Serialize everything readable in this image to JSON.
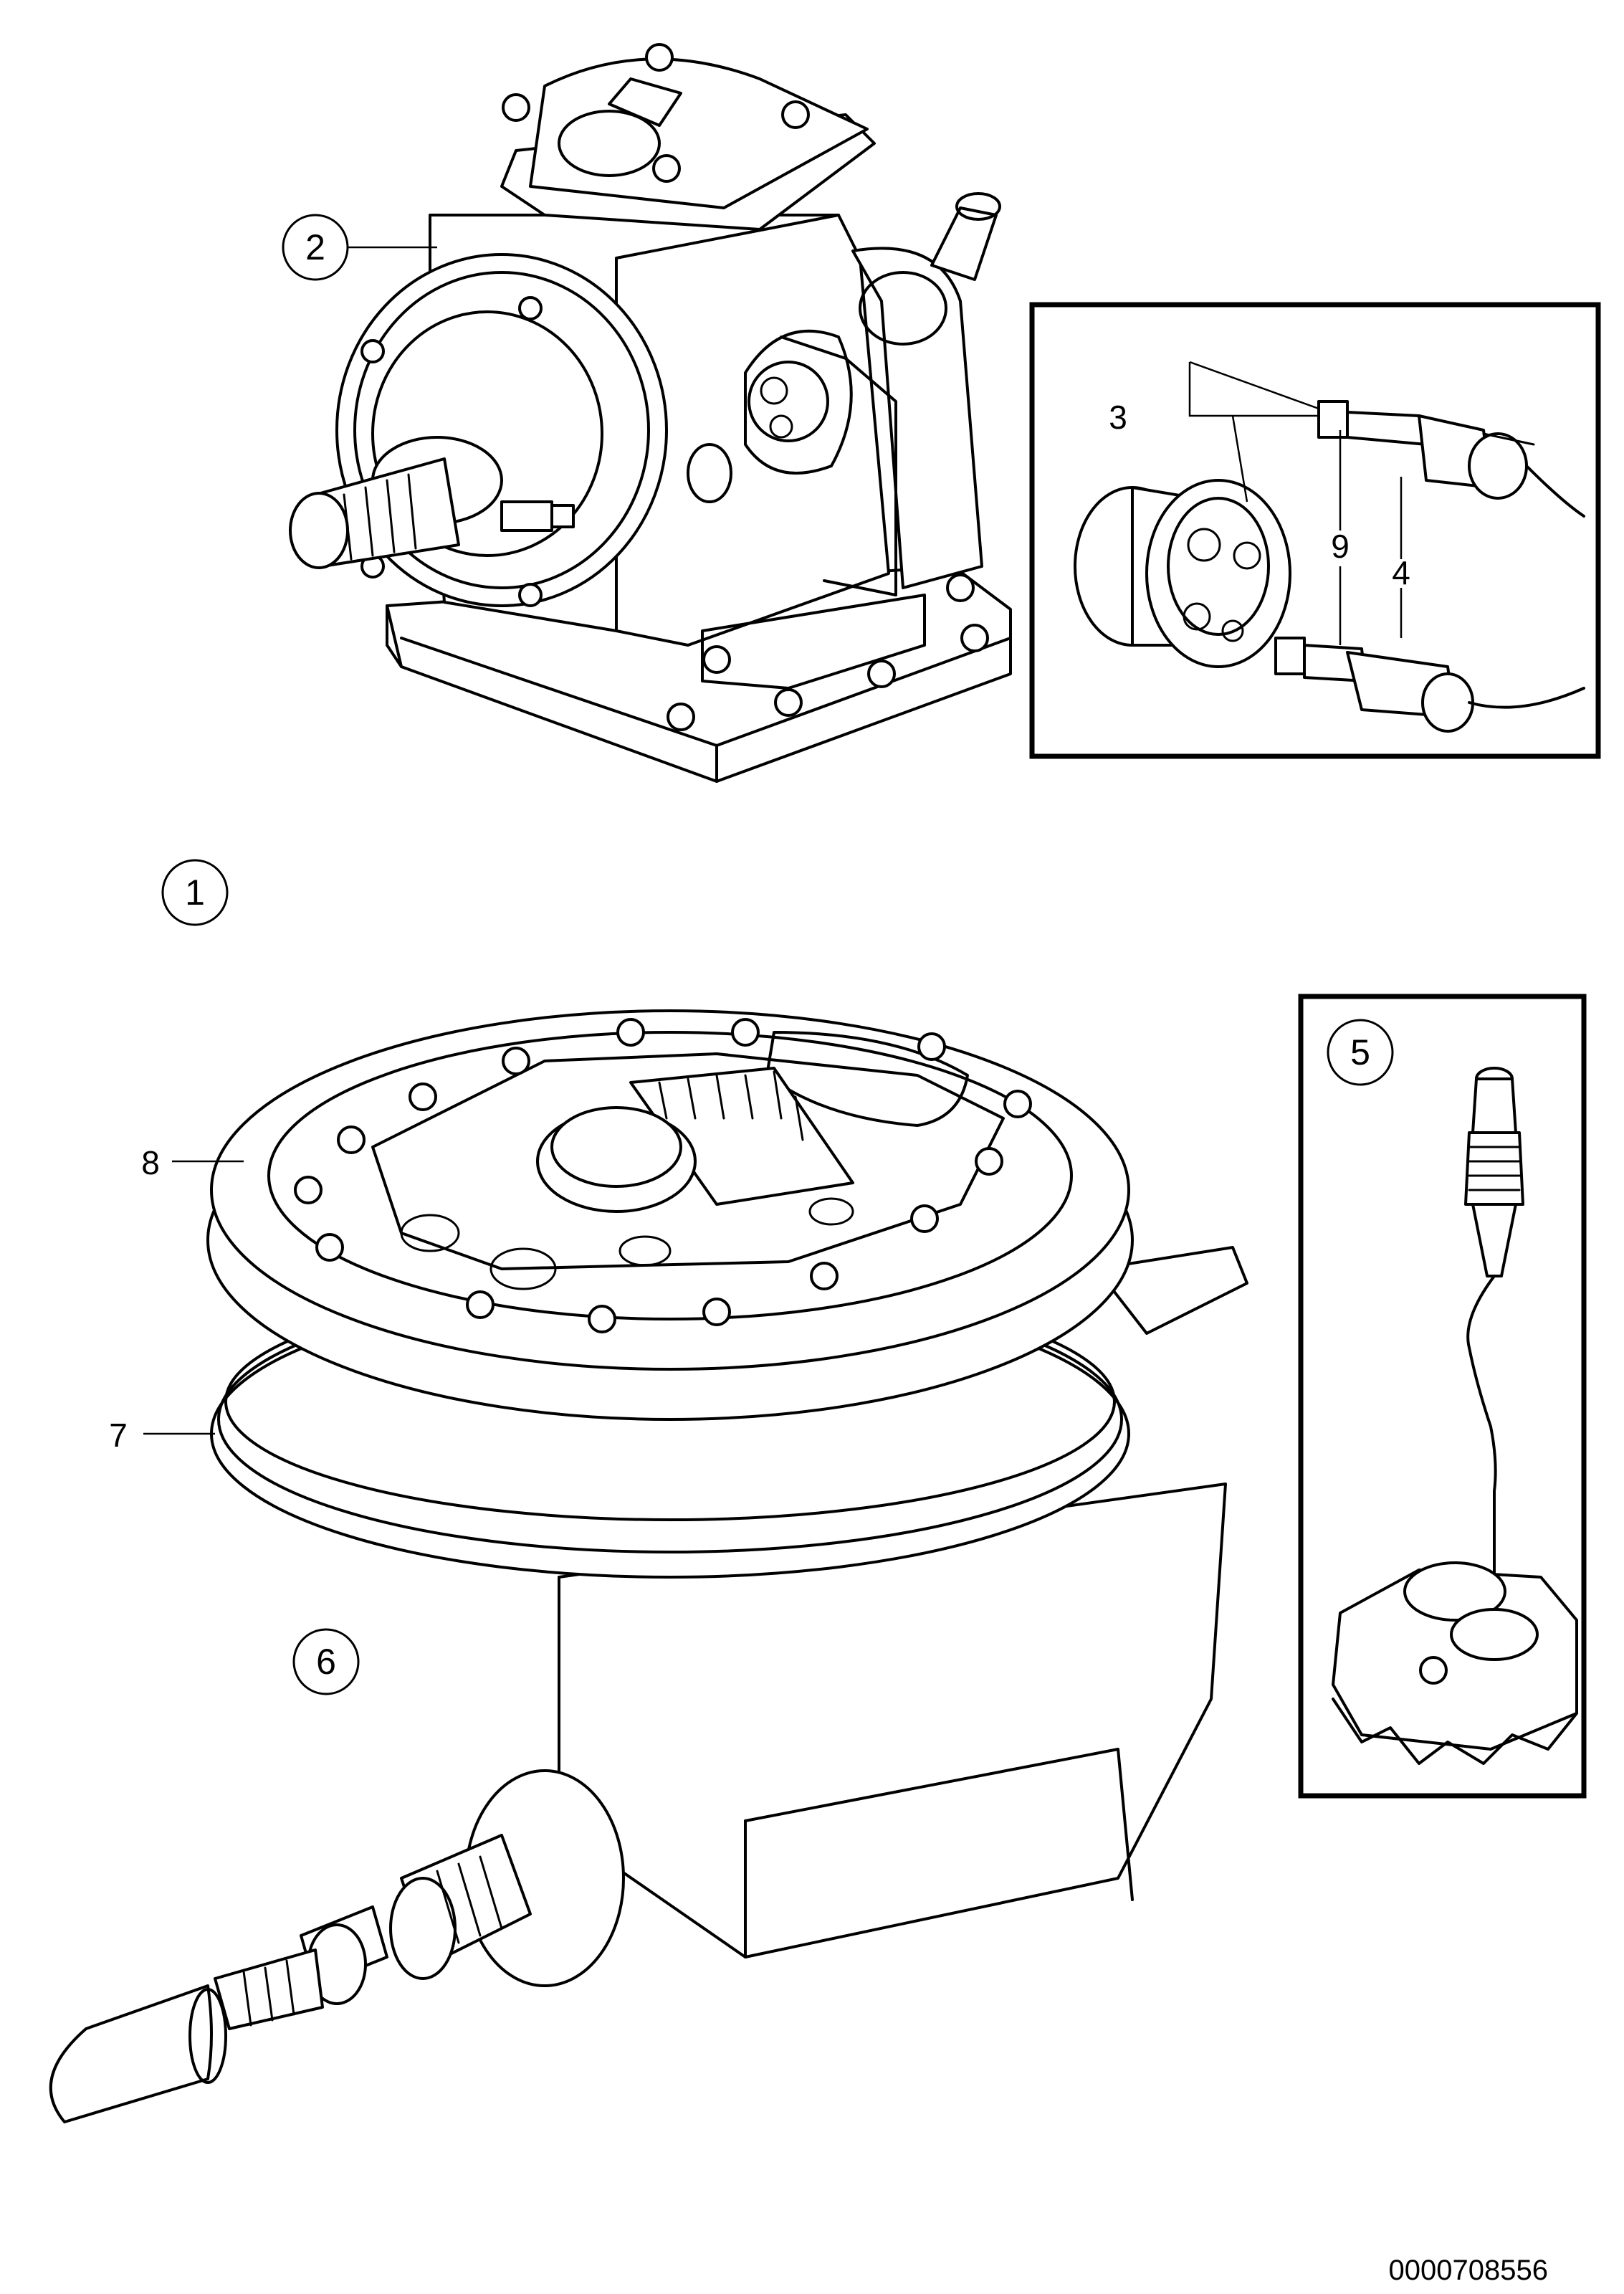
{
  "callouts": {
    "c1": "1",
    "c2": "2",
    "c3": "3",
    "c4": "4",
    "c5": "5",
    "c6": "6",
    "c7": "7",
    "c8": "8",
    "c9": "9"
  },
  "drawing_id": "0000708556"
}
